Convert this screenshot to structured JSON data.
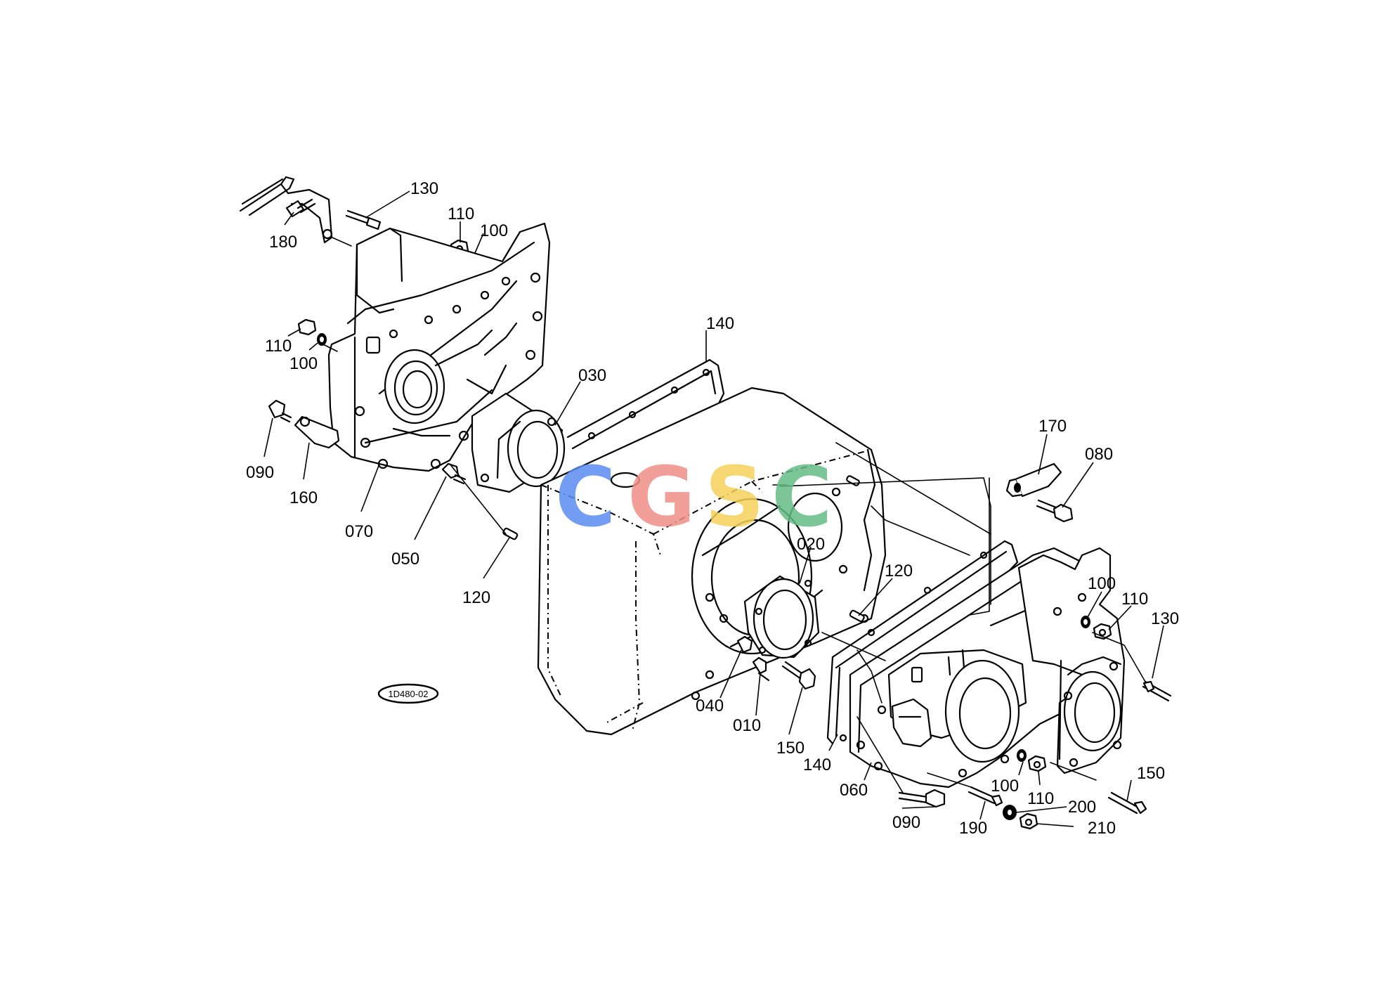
{
  "diagram": {
    "reference_code": "1D480-02",
    "watermark": {
      "letters": [
        {
          "char": "C",
          "color": "#5b8df2"
        },
        {
          "char": "G",
          "color": "#ef8f87"
        },
        {
          "char": "S",
          "color": "#f5d159"
        },
        {
          "char": "C",
          "color": "#66bb85"
        }
      ]
    },
    "callouts": [
      {
        "id": "c130a",
        "text": "130"
      },
      {
        "id": "c180",
        "text": "180"
      },
      {
        "id": "c110a",
        "text": "110"
      },
      {
        "id": "c100a",
        "text": "100"
      },
      {
        "id": "c110b",
        "text": "110"
      },
      {
        "id": "c100b",
        "text": "100"
      },
      {
        "id": "c140a",
        "text": "140"
      },
      {
        "id": "c030",
        "text": "030"
      },
      {
        "id": "c090a",
        "text": "090"
      },
      {
        "id": "c160",
        "text": "160"
      },
      {
        "id": "c070",
        "text": "070"
      },
      {
        "id": "c050",
        "text": "050"
      },
      {
        "id": "c120a",
        "text": "120"
      },
      {
        "id": "c170",
        "text": "170"
      },
      {
        "id": "c080",
        "text": "080"
      },
      {
        "id": "c020",
        "text": "020"
      },
      {
        "id": "c120b",
        "text": "120"
      },
      {
        "id": "c100c",
        "text": "100"
      },
      {
        "id": "c110c",
        "text": "110"
      },
      {
        "id": "c130b",
        "text": "130"
      },
      {
        "id": "c040",
        "text": "040"
      },
      {
        "id": "c010",
        "text": "010"
      },
      {
        "id": "c150a",
        "text": "150"
      },
      {
        "id": "c140b",
        "text": "140"
      },
      {
        "id": "c060",
        "text": "060"
      },
      {
        "id": "c100d",
        "text": "100"
      },
      {
        "id": "c110d",
        "text": "110"
      },
      {
        "id": "c150b",
        "text": "150"
      },
      {
        "id": "c200",
        "text": "200"
      },
      {
        "id": "c090b",
        "text": "090"
      },
      {
        "id": "c190",
        "text": "190"
      },
      {
        "id": "c210",
        "text": "210"
      }
    ]
  }
}
